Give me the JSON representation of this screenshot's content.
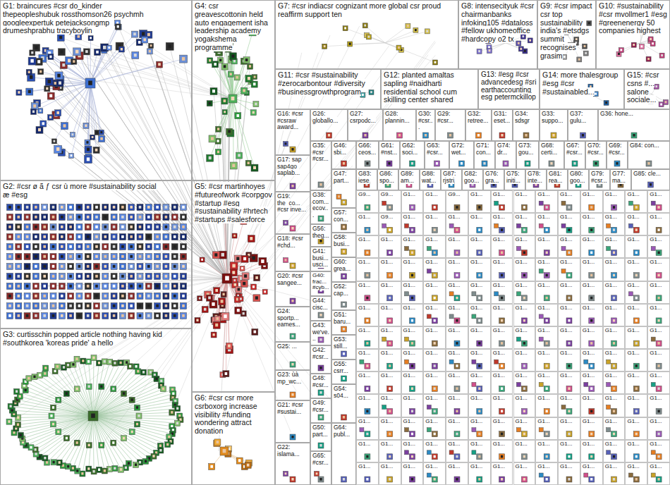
{
  "diagram": {
    "nodes": [
      {
        "text": [
          "G1: braincures #csr do_kinder thepeopleshubuk rossthomson26 psychmh googleexpertuk petejacksongmp drumeshprabhu tracyboylin"
        ]
      },
      {
        "text": [
          "G2: #csr ø ã ƒ csr ù more #sustainability social æ #esg"
        ]
      },
      {
        "text": [
          "G3: curtisschin popped article nothing having kid #southkorea 'koreas pride' a hello"
        ]
      },
      {
        "text": [
          "G4: csr greavescottonin held auto engagement isha leadership academy yogakshema programme"
        ]
      },
      {
        "text": [
          "G5: #csr martinhoyes #futureofwork #corpgov #startup #esg #sustainability #hrtech #startups #salesforce"
        ]
      },
      {
        "text": [
          "G6: #csr csr more csrboxorg increase visibility #funding wondering attract donation"
        ]
      },
      {
        "text": [
          "G7: #csr indiacsr cognizant more global csr proud reaffirm support ten"
        ]
      },
      {
        "text": [
          "G8: intensecityuk #csr chairmanbanks infoking105 #dataloss #fellow ukhomeoffice #hardcopy o2 tx"
        ]
      },
      {
        "text": [
          "G9: #csr impact csr top sustainability india's #etsdgs summit recognises grasim"
        ]
      },
      {
        "text": [
          "G10: #sustainability #csr mvollmer1 #esg #greenenergy 50 companies highest"
        ]
      },
      {
        "text": [
          "G11: #csr #sustainability #zerocarbontour #diversity #businessgrowthprogram"
        ]
      },
      {
        "text": [
          "G12: planted amaltas sapling #naidharti residential school cum skilling center shared"
        ]
      },
      {
        "text": [
          "G13: #esg #csr advancedesg #sri earthaccounting esg petermckillop"
        ]
      },
      {
        "text": [
          "G14: more thalesgroup #esg #csr #sustainabled..."
        ]
      },
      {
        "text": [
          "G15: #csr csns #... salone sociale..."
        ]
      },
      {
        "text": [
          "G16: #csr #csraw award..."
        ]
      },
      {
        "text": [
          "G26: globallo..."
        ]
      },
      {
        "text": [
          "G27: csrpodc..."
        ]
      },
      {
        "text": [
          "G28: plannin..."
        ]
      },
      {
        "text": [
          "G30: #csr..."
        ]
      },
      {
        "text": [
          "G29: #csr..."
        ]
      },
      {
        "text": [
          "G32: retree..."
        ]
      },
      {
        "text": [
          "G31: eset..."
        ]
      },
      {
        "text": [
          "G34: sdsgr"
        ]
      },
      {
        "text": [
          "G33: suppo..."
        ]
      },
      {
        "text": [
          "G37: gulu..."
        ]
      },
      {
        "text": [
          "G36: hone..."
        ]
      },
      {
        "text": [
          "G35: #csr #csr..."
        ]
      },
      {
        "text": [
          "G46: sbi..."
        ]
      },
      {
        "text": [
          "G66: ceos..."
        ]
      },
      {
        "text": [
          "G61: #nst..."
        ]
      },
      {
        "text": [
          "G62: soci..."
        ]
      },
      {
        "text": [
          "G63: #csr..."
        ]
      },
      {
        "text": [
          "G72: wet..."
        ]
      },
      {
        "text": [
          "G71: con..."
        ]
      },
      {
        "text": [
          "G74: dr..."
        ]
      },
      {
        "text": [
          "G73: gou..."
        ]
      },
      {
        "text": [
          "G68: certi..."
        ]
      },
      {
        "text": [
          "G67: #csr..."
        ]
      },
      {
        "text": [
          "G70: #csr..."
        ]
      },
      {
        "text": [
          "G69: #csr..."
        ]
      },
      {
        "text": [
          "G84: con..."
        ]
      },
      {
        "text": [
          "G17: sap sap4go saplab..."
        ]
      },
      {
        "text": [
          "G47: part..."
        ]
      },
      {
        "text": [
          "G83: iese"
        ]
      },
      {
        "text": [
          "G86: spo..."
        ]
      },
      {
        "text": [
          "G89: am..."
        ]
      },
      {
        "text": [
          "G88: wat..."
        ]
      },
      {
        "text": [
          "G87: rjstri"
        ]
      },
      {
        "text": [
          "G82: goo..."
        ]
      },
      {
        "text": [
          "G76: gra..."
        ]
      },
      {
        "text": [
          "G75: initi..."
        ]
      },
      {
        "text": [
          "G78: inte..."
        ]
      },
      {
        "text": [
          "G81: rea..."
        ]
      },
      {
        "text": [
          "G80: goo..."
        ]
      },
      {
        "text": [
          "G79: #csr..."
        ]
      },
      {
        "text": [
          "G77: ma..."
        ]
      },
      {
        "text": [
          "G85: cle..."
        ]
      },
      {
        "text": [
          "G19: the_co... #csr inve..."
        ]
      },
      {
        "text": [
          "G38: com... ecov..."
        ]
      },
      {
        "text": [
          "G57: con..."
        ]
      },
      {
        "text": [
          "G18: #csr #chd..."
        ]
      },
      {
        "text": [
          "G56: theg..."
        ]
      },
      {
        "text": [
          "G58: busi..."
        ]
      },
      {
        "text": [
          "G60: grea..."
        ]
      },
      {
        "text": [
          "G41: busi... usci..."
        ]
      },
      {
        "text": [
          "G40: frac... #cyb..."
        ]
      },
      {
        "text": [
          "G20: #csr sangee..."
        ]
      },
      {
        "text": [
          "G44: cisc..."
        ]
      },
      {
        "text": [
          "G52: cap..."
        ]
      },
      {
        "text": [
          "G51: baru..."
        ]
      },
      {
        "text": [
          "G24: sportp... eames..."
        ]
      },
      {
        "text": [
          "G43: we've..."
        ]
      },
      {
        "text": [
          "G53: still..."
        ]
      },
      {
        "text": [
          "G25: ..."
        ]
      },
      {
        "text": [
          "G42: #csr..."
        ]
      },
      {
        "text": [
          "G55: csrr..."
        ]
      },
      {
        "text": [
          "G23: ùà mp_wc..."
        ]
      },
      {
        "text": [
          "G48: #csr..."
        ]
      },
      {
        "text": [
          "G54: s04..."
        ]
      },
      {
        "text": [
          "G21: #csr #sustai..."
        ]
      },
      {
        "text": [
          "G49: #csr..."
        ]
      },
      {
        "text": [
          "G64: publ..."
        ]
      },
      {
        "text": [
          "G50: part..."
        ]
      },
      {
        "text": [
          "G22: islama..."
        ]
      },
      {
        "text": [
          "G65: #csr..."
        ]
      },
      {
        "text": [
          "G9..."
        ]
      },
      {
        "text": [
          "G9..."
        ]
      },
      {
        "text": [
          "G1..."
        ]
      },
      {
        "text": [
          "G1..."
        ]
      },
      {
        "text": [
          "G9..."
        ]
      },
      {
        "text": [
          "G1..."
        ]
      },
      {
        "text": [
          "G1..."
        ]
      },
      {
        "text": [
          "G1..."
        ]
      },
      {
        "text": [
          "G1..."
        ]
      },
      {
        "text": [
          "G1..."
        ]
      },
      {
        "text": [
          "G1..."
        ]
      },
      {
        "text": [
          "G1..."
        ]
      },
      {
        "text": [
          "G1..."
        ]
      },
      {
        "text": [
          "G1..."
        ]
      },
      {
        "text": [
          "G1..."
        ]
      },
      {
        "text": [
          "G9..."
        ]
      },
      {
        "text": [
          "G1..."
        ]
      },
      {
        "text": [
          "G1..."
        ]
      },
      {
        "text": [
          "G1..."
        ]
      },
      {
        "text": [
          "G1..."
        ]
      },
      {
        "text": [
          "G1..."
        ]
      },
      {
        "text": [
          "G1..."
        ]
      },
      {
        "text": [
          "G1..."
        ]
      },
      {
        "text": [
          "G1..."
        ]
      },
      {
        "text": [
          "G1..."
        ]
      },
      {
        "text": [
          "G1..."
        ]
      },
      {
        "text": [
          "G1..."
        ]
      },
      {
        "text": [
          "G1..."
        ]
      },
      {
        "text": [
          "G1..."
        ]
      },
      {
        "text": [
          "G1..."
        ]
      },
      {
        "text": [
          "G1..."
        ]
      },
      {
        "text": [
          "G1..."
        ]
      },
      {
        "text": [
          "G1..."
        ]
      },
      {
        "text": [
          "G1..."
        ]
      },
      {
        "text": [
          "G1..."
        ]
      },
      {
        "text": [
          "G1..."
        ]
      },
      {
        "text": [
          "G1..."
        ]
      },
      {
        "text": [
          "G1..."
        ]
      },
      {
        "text": [
          "G1..."
        ]
      },
      {
        "text": [
          "G1..."
        ]
      },
      {
        "text": [
          "G1..."
        ]
      },
      {
        "text": [
          "G1..."
        ]
      },
      {
        "text": [
          "G1..."
        ]
      },
      {
        "text": [
          "G1..."
        ]
      },
      {
        "text": [
          "G1..."
        ]
      },
      {
        "text": [
          "G1..."
        ]
      },
      {
        "text": [
          "G1..."
        ]
      },
      {
        "text": [
          "G1..."
        ]
      },
      {
        "text": [
          "G1..."
        ]
      },
      {
        "text": [
          "G1..."
        ]
      },
      {
        "text": [
          "G1..."
        ]
      },
      {
        "text": [
          "G1..."
        ]
      },
      {
        "text": [
          "G1..."
        ]
      },
      {
        "text": [
          "G1..."
        ]
      },
      {
        "text": [
          "G1..."
        ]
      },
      {
        "text": [
          "G1..."
        ]
      },
      {
        "text": [
          "G1..."
        ]
      },
      {
        "text": [
          "G1..."
        ]
      },
      {
        "text": [
          "G1..."
        ]
      },
      {
        "text": [
          "G1..."
        ]
      },
      {
        "text": [
          "G1..."
        ]
      },
      {
        "text": [
          "G1..."
        ]
      },
      {
        "text": [
          "G1..."
        ]
      },
      {
        "text": [
          "G1..."
        ]
      },
      {
        "text": [
          "G1..."
        ]
      },
      {
        "text": [
          "G1..."
        ]
      },
      {
        "text": [
          "G1..."
        ]
      },
      {
        "text": [
          "G1..."
        ]
      },
      {
        "text": [
          "G1..."
        ]
      },
      {
        "text": [
          "G1..."
        ]
      },
      {
        "text": [
          "G1..."
        ]
      },
      {
        "text": [
          "G1..."
        ]
      },
      {
        "text": [
          "G1..."
        ]
      },
      {
        "text": [
          "G1..."
        ]
      },
      {
        "text": [
          "G1..."
        ]
      },
      {
        "text": [
          "G1..."
        ]
      },
      {
        "text": [
          "G1..."
        ]
      },
      {
        "text": [
          "G1..."
        ]
      },
      {
        "text": [
          "G1..."
        ]
      },
      {
        "text": [
          "G1..."
        ]
      },
      {
        "text": [
          "G1..."
        ]
      },
      {
        "text": [
          "G1..."
        ]
      },
      {
        "text": [
          "G1..."
        ]
      },
      {
        "text": [
          "G1..."
        ]
      },
      {
        "text": [
          "G1..."
        ]
      },
      {
        "text": [
          "G1..."
        ]
      },
      {
        "text": [
          "G1..."
        ]
      },
      {
        "text": [
          "G1..."
        ]
      },
      {
        "text": [
          "G1..."
        ]
      },
      {
        "text": [
          "G1..."
        ]
      },
      {
        "text": [
          "G1..."
        ]
      },
      {
        "text": [
          "G1..."
        ]
      },
      {
        "text": [
          "G1..."
        ]
      },
      {
        "text": [
          "G1..."
        ]
      },
      {
        "text": [
          "G1..."
        ]
      },
      {
        "text": [
          "G1..."
        ]
      },
      {
        "text": [
          "G1..."
        ]
      },
      {
        "text": [
          "G1..."
        ]
      },
      {
        "text": [
          "G1..."
        ]
      },
      {
        "text": [
          "G1..."
        ]
      },
      {
        "text": [
          "G1..."
        ]
      },
      {
        "text": [
          "G1..."
        ]
      },
      {
        "text": [
          "G1..."
        ]
      },
      {
        "text": [
          "G1..."
        ]
      },
      {
        "text": [
          "G1..."
        ]
      },
      {
        "text": [
          "G1..."
        ]
      },
      {
        "text": [
          "G1..."
        ]
      },
      {
        "text": [
          "G1..."
        ]
      },
      {
        "text": [
          "G1..."
        ]
      },
      {
        "text": [
          "G1..."
        ]
      },
      {
        "text": [
          "G1..."
        ]
      },
      {
        "text": [
          "G1..."
        ]
      },
      {
        "text": [
          "G1..."
        ]
      },
      {
        "text": [
          "G1..."
        ]
      },
      {
        "text": [
          "G1..."
        ]
      },
      {
        "text": [
          "G1..."
        ]
      },
      {
        "text": [
          "G1..."
        ]
      },
      {
        "text": [
          "G1..."
        ]
      },
      {
        "text": [
          "G1..."
        ]
      },
      {
        "text": [
          "G1..."
        ]
      },
      {
        "text": [
          "G1..."
        ]
      },
      {
        "text": [
          "G1..."
        ]
      },
      {
        "text": [
          "G1..."
        ]
      },
      {
        "text": [
          "G1..."
        ]
      },
      {
        "text": [
          "G1..."
        ]
      },
      {
        "text": [
          "G1..."
        ]
      },
      {
        "text": [
          "G1..."
        ]
      },
      {
        "text": [
          "G1..."
        ]
      },
      {
        "text": [
          "G1..."
        ]
      },
      {
        "text": [
          "G1..."
        ]
      },
      {
        "text": [
          "G1..."
        ]
      },
      {
        "text": [
          "G1..."
        ]
      },
      {
        "text": [
          "G1..."
        ]
      },
      {
        "text": [
          "G1..."
        ]
      },
      {
        "text": [
          "G1..."
        ]
      },
      {
        "text": [
          "G1..."
        ]
      },
      {
        "text": [
          "G1..."
        ]
      },
      {
        "text": [
          "G1..."
        ]
      },
      {
        "text": [
          "G1..."
        ]
      },
      {
        "text": [
          "G1..."
        ]
      },
      {
        "text": [
          "G1..."
        ]
      },
      {
        "text": [
          "G1..."
        ]
      },
      {
        "text": [
          "G1..."
        ]
      },
      {
        "text": [
          "G1..."
        ]
      },
      {
        "text": [
          "G1..."
        ]
      },
      {
        "text": [
          "G1..."
        ]
      },
      {
        "text": [
          "G1..."
        ]
      },
      {
        "text": [
          "G1..."
        ]
      },
      {
        "text": [
          "G1..."
        ]
      },
      {
        "text": [
          "G1..."
        ]
      },
      {
        "text": [
          "G1..."
        ]
      },
      {
        "text": [
          "G1..."
        ]
      },
      {
        "text": [
          "G1..."
        ]
      },
      {
        "text": [
          "G1..."
        ]
      },
      {
        "text": [
          "G1..."
        ]
      },
      {
        "text": [
          "G1..."
        ]
      },
      {
        "text": [
          "G1..."
        ]
      },
      {
        "text": [
          "G1..."
        ]
      },
      {
        "text": [
          "G1..."
        ]
      },
      {
        "text": [
          "G1..."
        ]
      },
      {
        "text": [
          "G1..."
        ]
      },
      {
        "text": [
          "G1..."
        ]
      },
      {
        "text": [
          "G1..."
        ]
      },
      {
        "text": [
          "G1..."
        ]
      },
      {
        "text": [
          "G1..."
        ]
      },
      {
        "text": [
          "G1..."
        ]
      },
      {
        "text": [
          "G1..."
        ]
      },
      {
        "text": [
          "G1..."
        ]
      },
      {
        "text": [
          "G1..."
        ]
      },
      {
        "text": [
          "G1..."
        ]
      },
      {
        "text": [
          "G1..."
        ]
      },
      {
        "text": [
          "G1..."
        ]
      },
      {
        "text": [
          "G1..."
        ]
      },
      {
        "text": [
          "G1..."
        ]
      },
      {
        "text": [
          "G1..."
        ]
      },
      {
        "text": [
          "G1..."
        ]
      },
      {
        "text": [
          "G1..."
        ]
      },
      {
        "text": [
          "G1..."
        ]
      },
      {
        "text": [
          "G1..."
        ]
      },
      {
        "text": [
          "G1..."
        ]
      },
      {
        "text": [
          "G1..."
        ]
      },
      {
        "text": [
          "G1..."
        ]
      }
    ]
  }
}
